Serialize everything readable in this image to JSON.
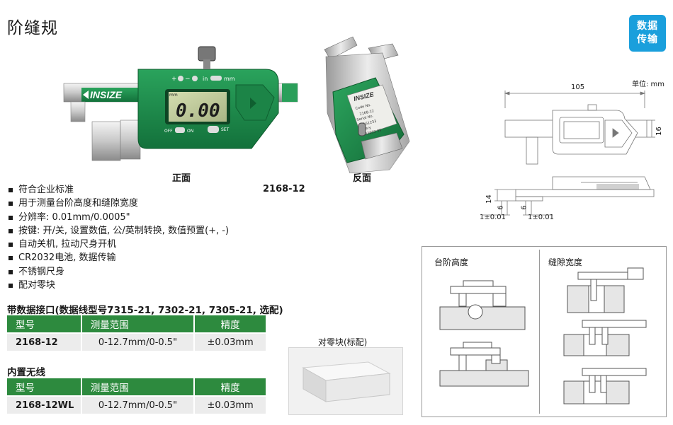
{
  "title": "阶缝规",
  "badge": {
    "line1": "数据",
    "line2": "传输"
  },
  "photos": {
    "front_caption": "正面",
    "back_caption": "反面",
    "brand": "INSIZE",
    "display_value": "0.00",
    "front_buttons": {
      "plus": "+",
      "minus": "−",
      "in": "in",
      "mm": "mm",
      "off": "OFF",
      "on": "ON",
      "set": "SET",
      "unit_mark": "mm"
    },
    "back_label": [
      "Code No.",
      "2168-12",
      "Serial No.",
      "1161233",
      "Battery",
      "CR2032 3V"
    ]
  },
  "model_code": "2168-12",
  "features": [
    "符合企业标准",
    "用于测量台阶高度和缝隙宽度",
    "分辨率: 0.01mm/0.0005\"",
    "按键: 开/关, 设置数值, 公/英制转换, 数值预置(+, -)",
    "自动关机, 拉动尺身开机",
    "CR2032电池, 数据传输",
    "不锈钢尺身",
    "配对零块"
  ],
  "section1": {
    "title": "带数据接口(数据线型号7315-21, 7302-21, 7305-21, 选配)",
    "headers": [
      "型号",
      "测量范围",
      "精度"
    ],
    "rows": [
      [
        "2168-12",
        "0-12.7mm/0-0.5\"",
        "±0.03mm"
      ]
    ]
  },
  "section2": {
    "title": "内置无线",
    "headers": [
      "型号",
      "测量范围",
      "精度"
    ],
    "rows": [
      [
        "2168-12WL",
        "0-12.7mm/0-0.5\"",
        "±0.03mm"
      ]
    ]
  },
  "zero_block": {
    "title": "对零块(标配)"
  },
  "drawing": {
    "unit": "单位: mm",
    "length": "105",
    "height": "16",
    "d14": "14",
    "d6a": "6",
    "d6b": "6",
    "tol1": "1±0.01",
    "tol2": "1±0.01"
  },
  "application": {
    "step_label": "台阶高度",
    "gap_label": "缝隙宽度"
  },
  "colors": {
    "brand_green": "#2d8a3e",
    "badge_blue": "#1a9fdc",
    "device_green": "#1f8a4c"
  }
}
